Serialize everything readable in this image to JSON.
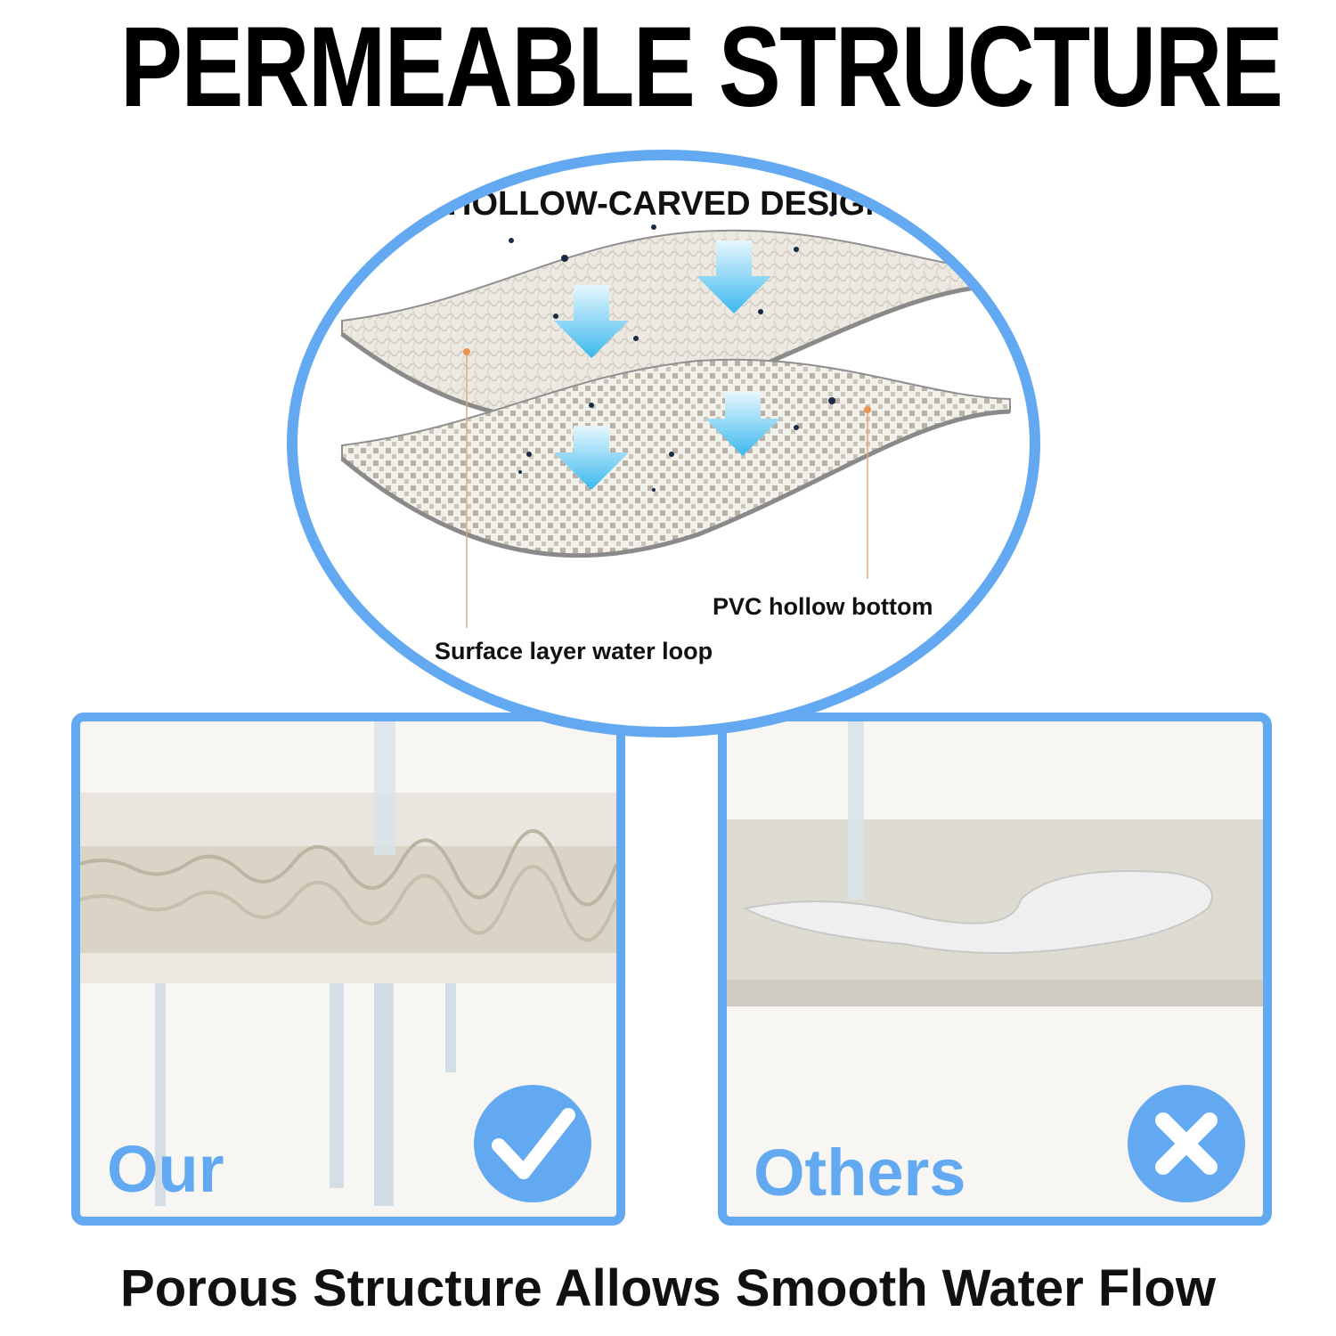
{
  "header": {
    "title": "PERMEABLE STRUCTURE"
  },
  "diagram": {
    "heading": "HOLLOW-CARVED DESIGN",
    "label_bottom": "PVC hollow bottom",
    "label_surface": "Surface layer water loop"
  },
  "comparison": {
    "left_label": "Our",
    "right_label": "Others",
    "left_badge_icon": "checkmark-icon",
    "right_badge_icon": "cross-icon"
  },
  "footer": {
    "caption": "Porous Structure Allows Smooth Water Flow"
  },
  "colors": {
    "accent": "#63a9f2",
    "arrow": "#4fc3f0",
    "text": "#111111"
  }
}
